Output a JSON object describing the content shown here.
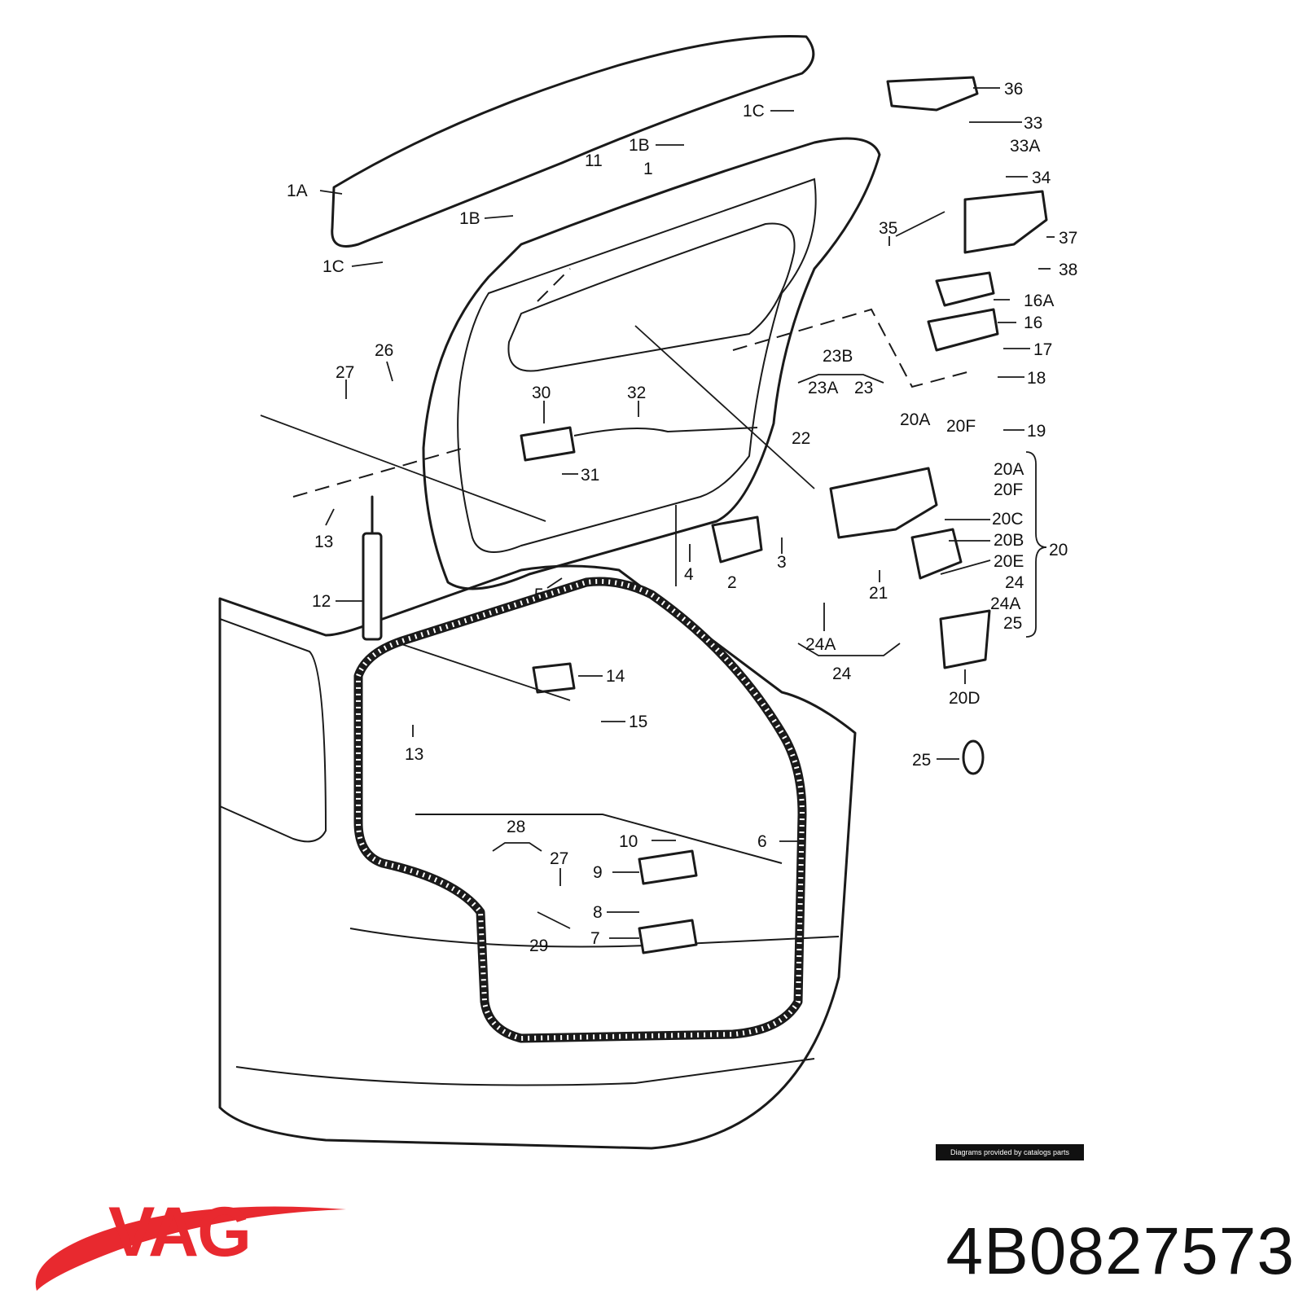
{
  "diagram": {
    "credit": "Diagrams provided by catalogs parts",
    "labels": [
      "1A",
      "1B",
      "1C",
      "1B",
      "1C",
      "11",
      "1",
      "36",
      "33",
      "33A",
      "34",
      "37",
      "38",
      "35",
      "16A",
      "16",
      "17",
      "18",
      "19",
      "26",
      "27",
      "30",
      "32",
      "31",
      "23B",
      "23A",
      "23",
      "22",
      "20A",
      "20F",
      "20A",
      "20F",
      "20C",
      "20B",
      "20E",
      "24",
      "24A",
      "25",
      "20",
      "13",
      "12",
      "5",
      "4",
      "2",
      "3",
      "21",
      "24A",
      "24",
      "20D",
      "14",
      "15",
      "13",
      "25",
      "28",
      "27",
      "10",
      "6",
      "9",
      "8",
      "7",
      "29"
    ]
  },
  "brand": {
    "name": "VAG",
    "color": "#e8292f"
  },
  "part_number": "4B0827573"
}
